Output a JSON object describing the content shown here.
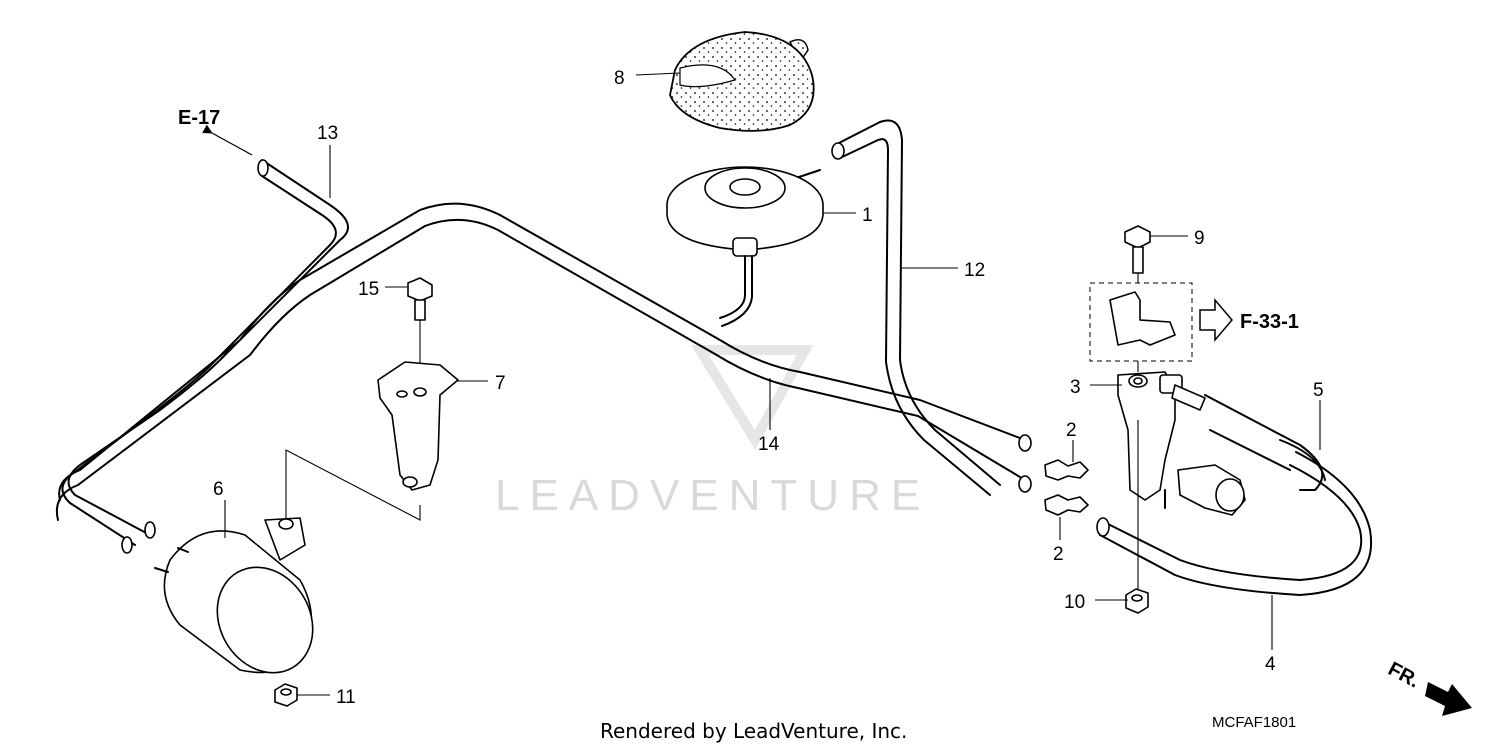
{
  "diagram": {
    "callouts": [
      "1",
      "2",
      "2",
      "3",
      "4",
      "5",
      "6",
      "7",
      "8",
      "9",
      "10",
      "11",
      "12",
      "13",
      "14",
      "15"
    ],
    "references": {
      "e17": "E-17",
      "f331": "F-33-1",
      "front": "FR."
    },
    "watermark": "LEADVENTURE",
    "footer": {
      "rendered_by": "Rendered by LeadVenture, Inc.",
      "diagram_code": "MCFAF1801"
    }
  }
}
